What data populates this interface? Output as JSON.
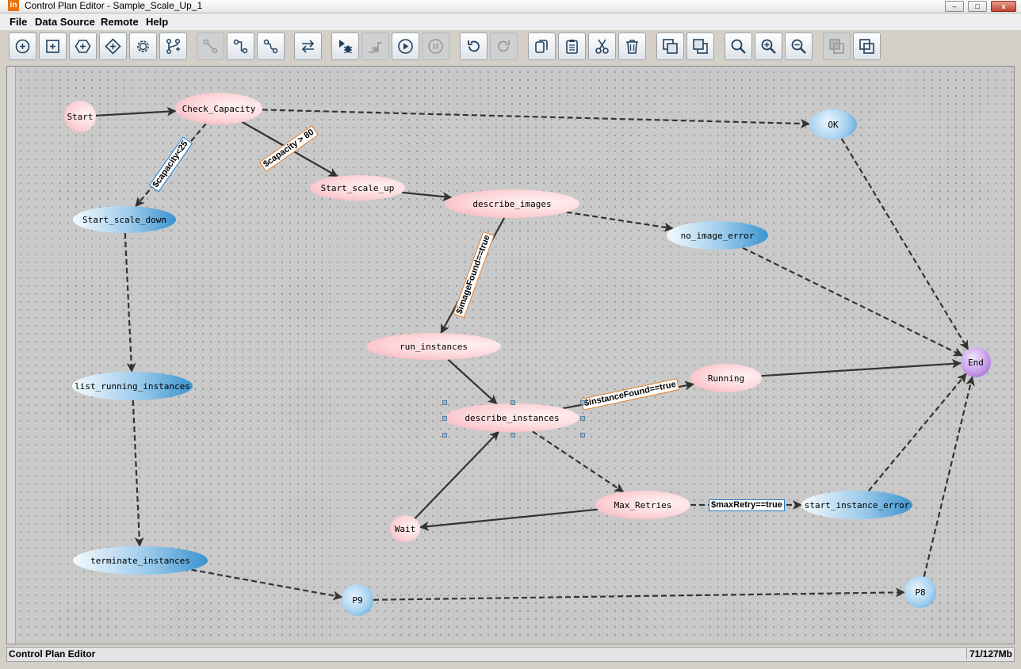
{
  "window": {
    "logo": "in",
    "title": "Control Plan Editor - Sample_Scale_Up_1",
    "controls": {
      "minimize": "–",
      "maximize": "□",
      "close": "x"
    }
  },
  "menu": [
    "File",
    "Data Source",
    "Remote",
    "Help"
  ],
  "toolbar": {
    "buttons": [
      {
        "icon": "add-circle-node-icon",
        "enabled": true
      },
      {
        "icon": "add-square-node-icon",
        "enabled": true
      },
      {
        "icon": "add-hexagon-node-icon",
        "enabled": true
      },
      {
        "icon": "add-diamond-node-icon",
        "enabled": true
      },
      {
        "icon": "add-gear-node-icon",
        "enabled": true
      },
      {
        "icon": "add-branch-icon",
        "enabled": true
      },
      {
        "icon": "connect-edge-icon",
        "enabled": false
      },
      {
        "icon": "connect-step-icon",
        "enabled": true
      },
      {
        "icon": "connect-curve-icon",
        "enabled": true
      },
      {
        "icon": "swap-direction-icon",
        "enabled": true
      },
      {
        "icon": "debug-icon",
        "enabled": true
      },
      {
        "icon": "step-icon",
        "enabled": false
      },
      {
        "icon": "run-icon",
        "enabled": true
      },
      {
        "icon": "pause-icon",
        "enabled": false
      },
      {
        "icon": "undo-icon",
        "enabled": true
      },
      {
        "icon": "redo-icon",
        "enabled": false
      },
      {
        "icon": "copy-icon",
        "enabled": true
      },
      {
        "icon": "paste-icon",
        "enabled": true
      },
      {
        "icon": "cut-icon",
        "enabled": true
      },
      {
        "icon": "delete-icon",
        "enabled": true
      },
      {
        "icon": "group-icon",
        "enabled": true
      },
      {
        "icon": "ungroup-icon",
        "enabled": true
      },
      {
        "icon": "zoom-icon",
        "enabled": true
      },
      {
        "icon": "zoom-in-icon",
        "enabled": true
      },
      {
        "icon": "zoom-out-icon",
        "enabled": true
      },
      {
        "icon": "bring-front-icon",
        "enabled": false
      },
      {
        "icon": "send-back-icon",
        "enabled": true
      }
    ]
  },
  "graph": {
    "nodes": [
      {
        "id": "start",
        "label": "Start",
        "style": "pink"
      },
      {
        "id": "check_capacity",
        "label": "Check_Capacity",
        "style": "pink"
      },
      {
        "id": "ok",
        "label": "OK",
        "style": "blue-round"
      },
      {
        "id": "start_scale_up",
        "label": "Start_scale_up",
        "style": "pink"
      },
      {
        "id": "start_scale_down",
        "label": "Start_scale_down",
        "style": "blue"
      },
      {
        "id": "describe_images",
        "label": "describe_images",
        "style": "pink"
      },
      {
        "id": "no_image_error",
        "label": "no_image_error",
        "style": "blue"
      },
      {
        "id": "run_instances",
        "label": "run_instances",
        "style": "pink"
      },
      {
        "id": "list_running_instances",
        "label": "list_running_instances",
        "style": "blue"
      },
      {
        "id": "describe_instances",
        "label": "describe_instances",
        "style": "pink",
        "selected": true
      },
      {
        "id": "running",
        "label": "Running",
        "style": "pink"
      },
      {
        "id": "end",
        "label": "End",
        "style": "purple"
      },
      {
        "id": "max_retries",
        "label": "Max_Retries",
        "style": "pink"
      },
      {
        "id": "start_instance_error",
        "label": "start_instance_error",
        "style": "blue"
      },
      {
        "id": "wait",
        "label": "Wait",
        "style": "pink"
      },
      {
        "id": "terminate_instances",
        "label": "terminate_instances",
        "style": "blue"
      },
      {
        "id": "p9",
        "label": "P9",
        "style": "blue-round"
      },
      {
        "id": "p8",
        "label": "P8",
        "style": "blue-round"
      }
    ],
    "edges": [
      {
        "from": "start",
        "to": "check_capacity",
        "type": "solid"
      },
      {
        "from": "check_capacity",
        "to": "ok",
        "type": "dashed"
      },
      {
        "from": "check_capacity",
        "to": "start_scale_up",
        "type": "solid",
        "label": "$capacity > 80",
        "label_style": "orange"
      },
      {
        "from": "check_capacity",
        "to": "start_scale_down",
        "type": "dashed",
        "label": "$capacity<25",
        "label_style": "blue"
      },
      {
        "from": "start_scale_up",
        "to": "describe_images",
        "type": "solid"
      },
      {
        "from": "describe_images",
        "to": "no_image_error",
        "type": "dashed"
      },
      {
        "from": "describe_images",
        "to": "run_instances",
        "type": "solid",
        "label": "$imageFound==true",
        "label_style": "orange"
      },
      {
        "from": "run_instances",
        "to": "describe_instances",
        "type": "solid"
      },
      {
        "from": "describe_instances",
        "to": "running",
        "type": "solid",
        "label": "$instanceFound==true",
        "label_style": "orange"
      },
      {
        "from": "describe_instances",
        "to": "max_retries",
        "type": "dashed"
      },
      {
        "from": "max_retries",
        "to": "wait",
        "type": "solid"
      },
      {
        "from": "wait",
        "to": "describe_instances",
        "type": "solid"
      },
      {
        "from": "max_retries",
        "to": "start_instance_error",
        "type": "dashed",
        "label": "$maxRetry==true",
        "label_style": "blue"
      },
      {
        "from": "running",
        "to": "end",
        "type": "solid"
      },
      {
        "from": "ok",
        "to": "end",
        "type": "dashed"
      },
      {
        "from": "no_image_error",
        "to": "end",
        "type": "dashed"
      },
      {
        "from": "start_instance_error",
        "to": "end",
        "type": "dashed"
      },
      {
        "from": "p8",
        "to": "end",
        "type": "dashed"
      },
      {
        "from": "start_scale_down",
        "to": "list_running_instances",
        "type": "dashed"
      },
      {
        "from": "list_running_instances",
        "to": "terminate_instances",
        "type": "dashed"
      },
      {
        "from": "terminate_instances",
        "to": "p9",
        "type": "dashed"
      },
      {
        "from": "p9",
        "to": "p8",
        "type": "dashed"
      }
    ]
  },
  "status": {
    "left": "Control Plan Editor",
    "right": "71/127Mb"
  }
}
